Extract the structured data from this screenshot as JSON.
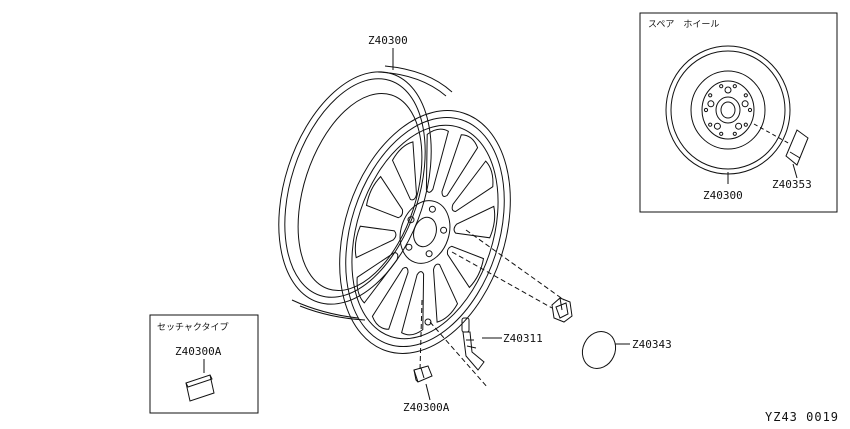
{
  "labels": {
    "wheel_main": "Z40300",
    "valve": "Z40311",
    "cap_disc": "Z40343",
    "weight": "Z40300A",
    "spare_wheel": "Z40300",
    "spare_clip": "Z40353",
    "kit_part": "Z40300A"
  },
  "boxes": {
    "spare_title": "スペア　ホイール",
    "kit_title": "セッチャクタイプ"
  },
  "diagram_code": "YZ43 0019"
}
